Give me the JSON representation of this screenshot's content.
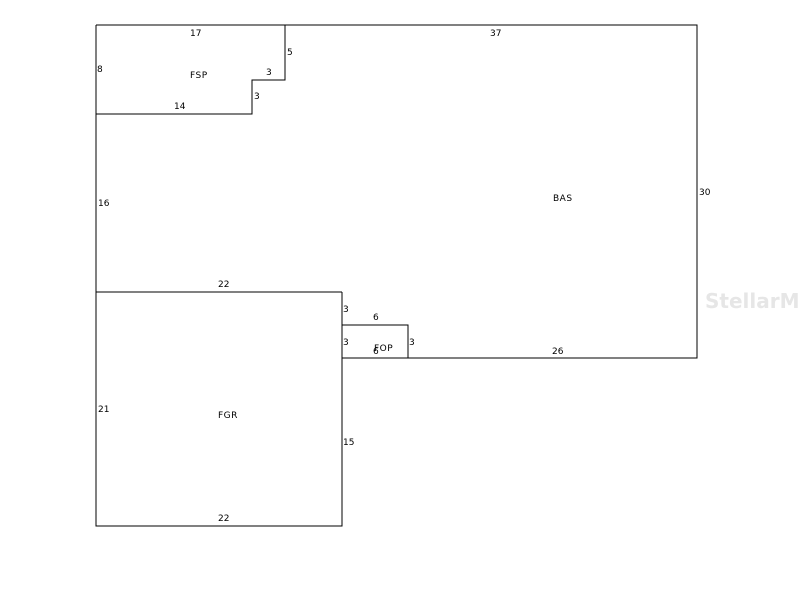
{
  "areas": {
    "fsp": "FSP",
    "bas": "BAS",
    "fgr": "FGR",
    "fop": "FOP"
  },
  "dimensions": {
    "fsp_top": "17",
    "fsp_left": "8",
    "fsp_bottom": "14",
    "fsp_step_h": "3",
    "fsp_step_v": "3",
    "fsp_right": "5",
    "bas_top": "37",
    "bas_right": "30",
    "bas_left": "16",
    "bas_bottom": "26",
    "fgr_top": "22",
    "fgr_left": "21",
    "fgr_bottom": "22",
    "fgr_right": "15",
    "notch_upper": "3",
    "notch_lower": "3",
    "fop_top": "6",
    "fop_right": "3",
    "fop_bottom": "6"
  },
  "watermark": {
    "text": "StellarMLS",
    "color": "#e6e6e6"
  }
}
